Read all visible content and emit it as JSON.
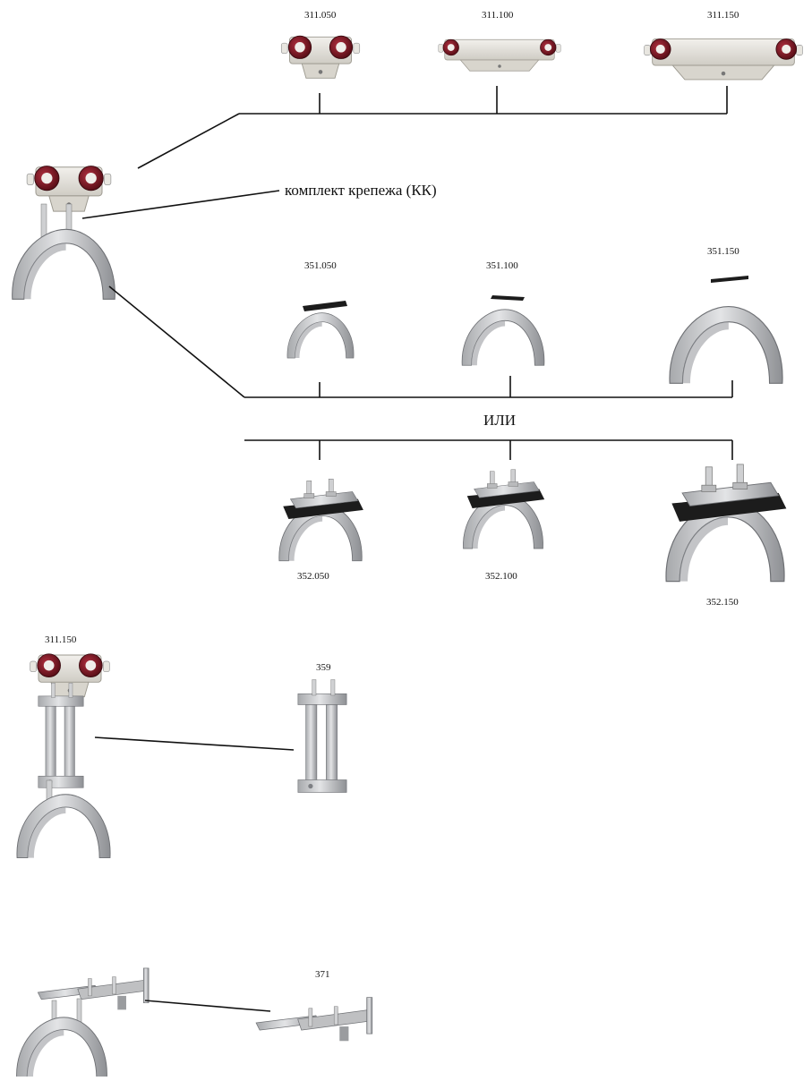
{
  "labels": {
    "trolley_050": "311.050",
    "trolley_100": "311.100",
    "trolley_150": "311.150",
    "mounting_kit": "комплект крепежа (КК)",
    "clamp_050": "351.050",
    "clamp_100": "351.100",
    "clamp_150": "351.150",
    "or_word": "ИЛИ",
    "rail_clamp_050": "352.050",
    "rail_clamp_100": "352.100",
    "rail_clamp_150": "352.150",
    "trolley_150_b": "311.150",
    "bracket_359": "359",
    "bracket_371": "371"
  },
  "colors": {
    "line": "#111111",
    "body": "#e9e7e2",
    "body_shade": "#b9b6ae",
    "wheel": "#7a1620",
    "steel": "#c9cacc",
    "steel_dark": "#8b8d90",
    "rail_black": "#1c1c1c"
  }
}
